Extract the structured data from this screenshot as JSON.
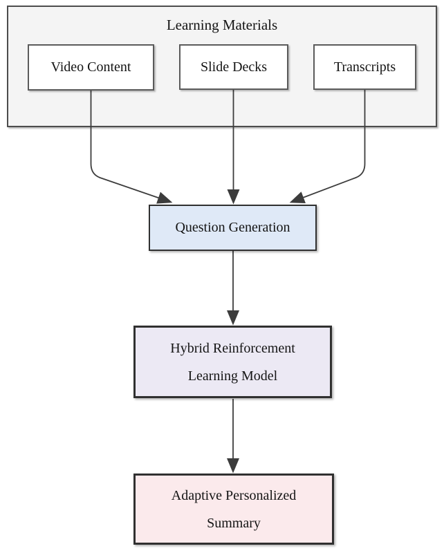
{
  "figure": {
    "type": "flowchart",
    "container": {
      "title": "Learning Materials",
      "fill": "#f4f4f4",
      "border": "#4c4c4c"
    },
    "source_nodes": [
      {
        "id": "video-content",
        "label": "Video Content",
        "fill": "#ffffff"
      },
      {
        "id": "slide-decks",
        "label": "Slide Decks",
        "fill": "#ffffff"
      },
      {
        "id": "transcripts",
        "label": "Transcripts",
        "fill": "#ffffff"
      }
    ],
    "flow_nodes": [
      {
        "id": "question-generation",
        "label": "Question Generation",
        "fill": "#dfe9f7"
      },
      {
        "id": "hybrid-rl-model",
        "label": "Hybrid Reinforcement Learning Model",
        "fill": "#ece9f4"
      },
      {
        "id": "adaptive-summary",
        "label": "Adaptive Personalized Summary",
        "fill": "#fbeaec"
      }
    ],
    "edges": [
      {
        "from": "video-content",
        "to": "question-generation"
      },
      {
        "from": "slide-decks",
        "to": "question-generation"
      },
      {
        "from": "transcripts",
        "to": "question-generation"
      },
      {
        "from": "question-generation",
        "to": "hybrid-rl-model"
      },
      {
        "from": "hybrid-rl-model",
        "to": "adaptive-summary"
      }
    ],
    "colors": {
      "arrow": "#3c3c3c",
      "text": "#141414",
      "source_border": "#5a5a5a",
      "flow_border": "#303030",
      "question_generation_fill": "#dfe9f7",
      "hybrid_model_fill": "#ece9f4",
      "adaptive_summary_fill": "#fbeaec"
    }
  }
}
